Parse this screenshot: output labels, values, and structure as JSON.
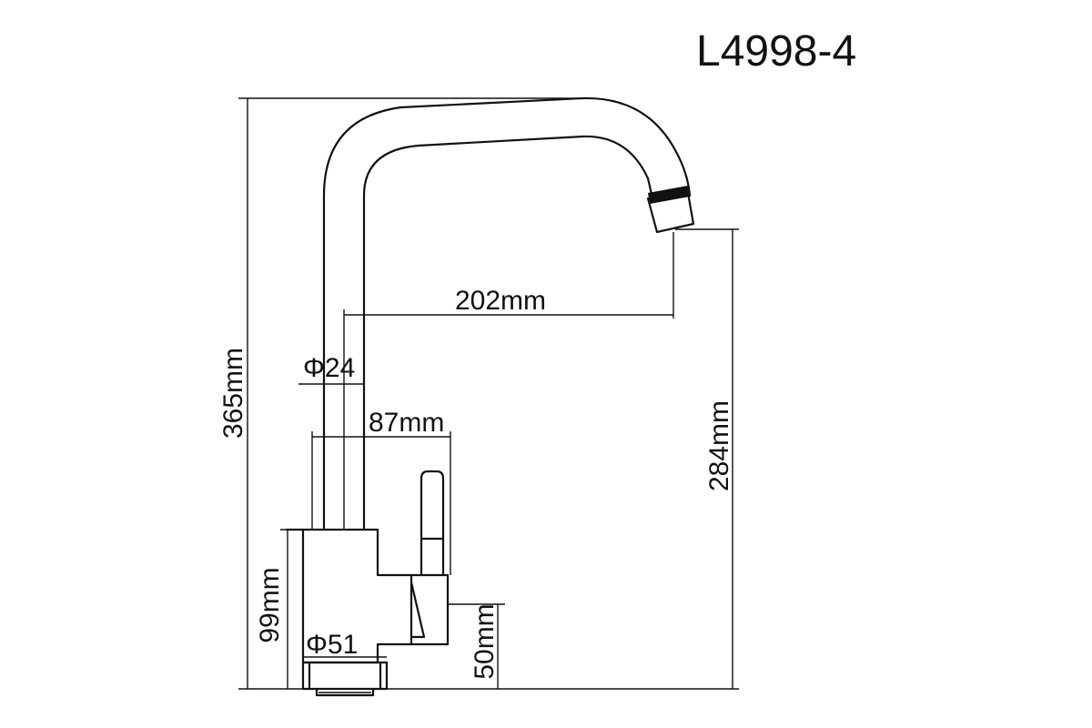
{
  "title": "L4998-4",
  "dimensions": {
    "spout_reach": "202mm",
    "tube_diameter": "Φ24",
    "handle_offset": "87mm",
    "total_height": "365mm",
    "spout_height": "284mm",
    "body_height": "99mm",
    "base_diameter": "Φ51",
    "handle_height": "50mm"
  },
  "colors": {
    "line": "#111111",
    "background": "#ffffff"
  }
}
